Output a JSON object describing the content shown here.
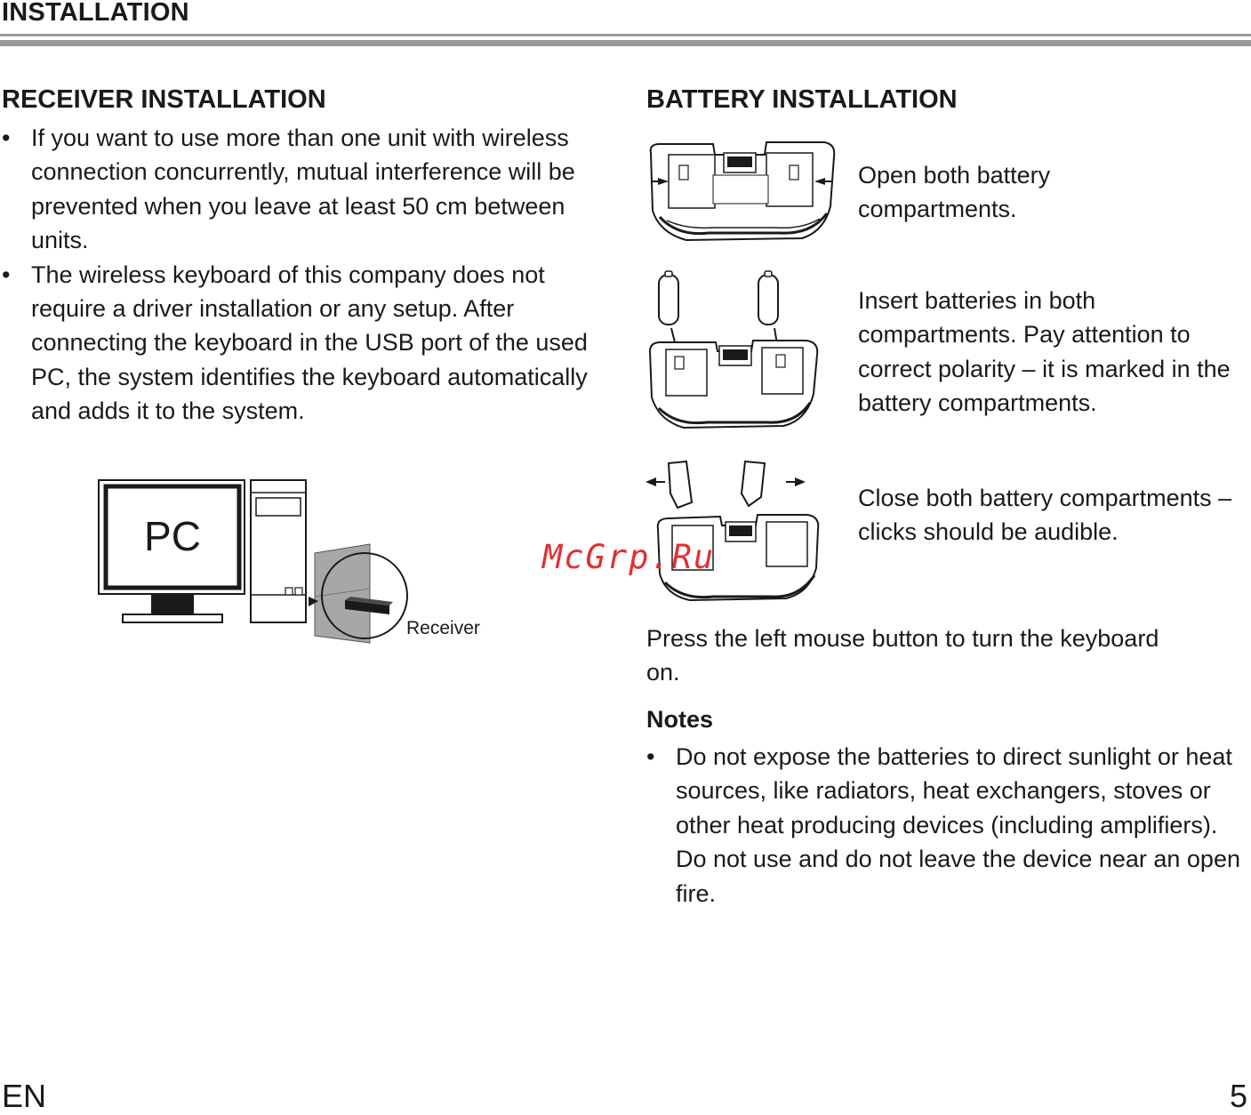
{
  "header": {
    "title": "INSTALLATION"
  },
  "receiver": {
    "title": "RECEIVER INSTALLATION",
    "bullets": [
      "If you want to use more than one unit with wireless connection concurrently, mutual interference will be prevented when you leave at least 50 cm between units.",
      "The wireless keyboard of this company does not require a driver installation or any setup. After connecting the keyboard in the USB port of the used PC, the system identifies the keyboard automatically and adds it to the system."
    ],
    "figure": {
      "pc_label": "PC",
      "receiver_label": "Receiver"
    }
  },
  "battery": {
    "title": "BATTERY INSTALLATION",
    "steps": [
      "Open both battery compartments.",
      "Insert batteries in both compartments. Pay attention to correct polarity – it is marked in the battery compartments.",
      "Close both battery compartments – clicks should be audible."
    ],
    "power_note": "Press the left mouse button to turn the keyboard on.",
    "notes_title": "Notes",
    "notes": [
      "Do not expose the batteries to direct sunlight or heat sources, like radiators, heat exchangers, stoves or other heat producing devices (including amplifiers). Do not use and do not leave the device near an open fire."
    ]
  },
  "watermark": "McGrp.Ru",
  "footer": {
    "lang": "EN",
    "page": "5"
  }
}
